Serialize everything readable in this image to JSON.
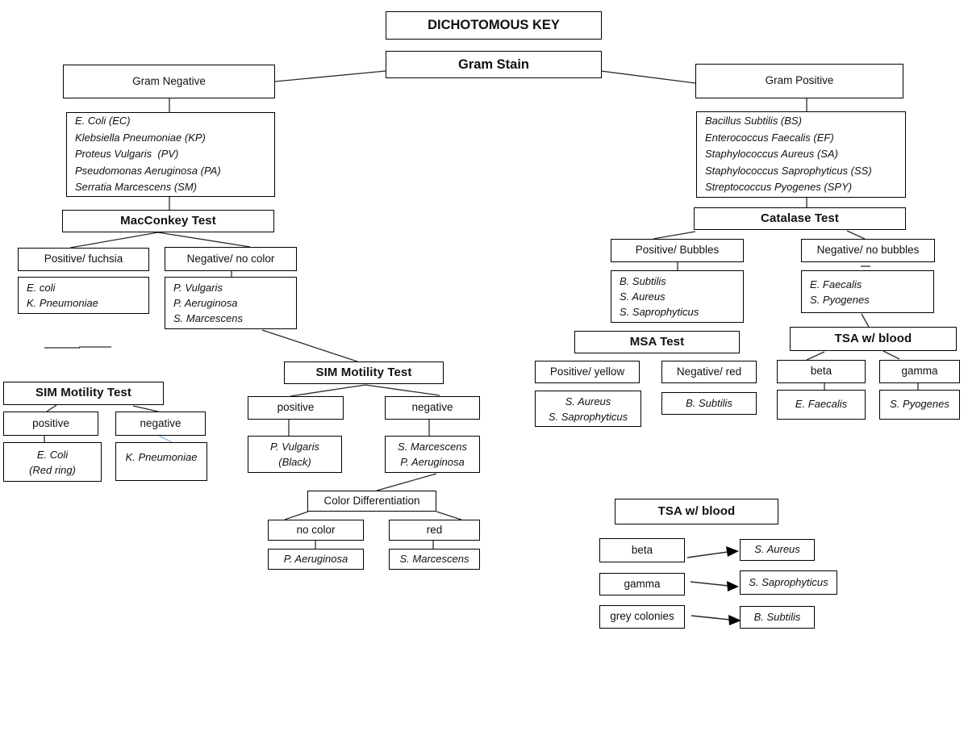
{
  "diagram": {
    "title": "DICHOTOMOUS KEY",
    "root": "Gram Stain",
    "gram_negative": {
      "label": "Gram Negative",
      "species": [
        "E. Coli (EC)",
        "Klebsiella Pneumoniae (KP)",
        "Proteus Vulgaris  (PV)",
        "Pseudomonas Aeruginosa (PA)",
        "Serratia Marcescens (SM)"
      ],
      "macconkey": {
        "title": "MacConkey Test",
        "positive": {
          "label": "Positive/ fuchsia",
          "species": [
            "E. coli",
            "K. Pneumoniae"
          ]
        },
        "negative": {
          "label": "Negative/ no color",
          "species": [
            "P. Vulgaris",
            "P. Aeruginosa",
            "S. Marcescens"
          ]
        }
      },
      "sim_left": {
        "title": "SIM Motility Test",
        "positive": {
          "label": "positive",
          "result": [
            "E. Coli",
            "(Red ring)"
          ]
        },
        "negative": {
          "label": "negative",
          "result": [
            "K. Pneumoniae"
          ]
        }
      },
      "sim_center": {
        "title": "SIM Motility Test",
        "positive": {
          "label": "positive",
          "result": [
            "P. Vulgaris",
            "(Black)"
          ]
        },
        "negative": {
          "label": "negative",
          "result": [
            "S. Marcescens",
            "P. Aeruginosa"
          ]
        }
      },
      "color_diff": {
        "title": "Color Differentiation",
        "no_color": {
          "label": "no color",
          "result": "P. Aeruginosa"
        },
        "red": {
          "label": "red",
          "result": "S. Marcescens"
        }
      }
    },
    "gram_positive": {
      "label": "Gram Positive",
      "species": [
        "Bacillus Subtilis (BS)",
        "Enterococcus Faecalis (EF)",
        "Staphylococcus Aureus (SA)",
        "Staphylococcus Saprophyticus (SS)",
        "Streptococcus Pyogenes (SPY)"
      ],
      "catalase": {
        "title": "Catalase Test",
        "positive": {
          "label": "Positive/ Bubbles",
          "species": [
            "B. Subtilis",
            "S. Aureus",
            "S. Saprophyticus"
          ]
        },
        "negative": {
          "label": "Negative/ no bubbles",
          "species": [
            "E. Faecalis",
            "S. Pyogenes"
          ]
        }
      },
      "msa": {
        "title": "MSA Test",
        "positive": {
          "label": "Positive/ yellow",
          "species": [
            "S. Aureus",
            "S. Saprophyticus"
          ]
        },
        "negative": {
          "label": "Negative/ red",
          "species": [
            "B. Subtilis"
          ]
        }
      },
      "tsa": {
        "title": "TSA w/ blood",
        "beta": {
          "label": "beta",
          "result": "E. Faecalis"
        },
        "gamma": {
          "label": "gamma",
          "result": "S. Pyogenes"
        }
      }
    },
    "legend": {
      "title": "TSA w/ blood",
      "rows": [
        {
          "label": "beta",
          "result": "S. Aureus"
        },
        {
          "label": "gamma",
          "result": "S. Saprophyticus"
        },
        {
          "label": "grey colonies",
          "result": "B. Subtilis"
        }
      ]
    },
    "colors": {
      "border": "#000000",
      "background": "#ffffff",
      "blue_connector": "#8fb4dd"
    }
  }
}
